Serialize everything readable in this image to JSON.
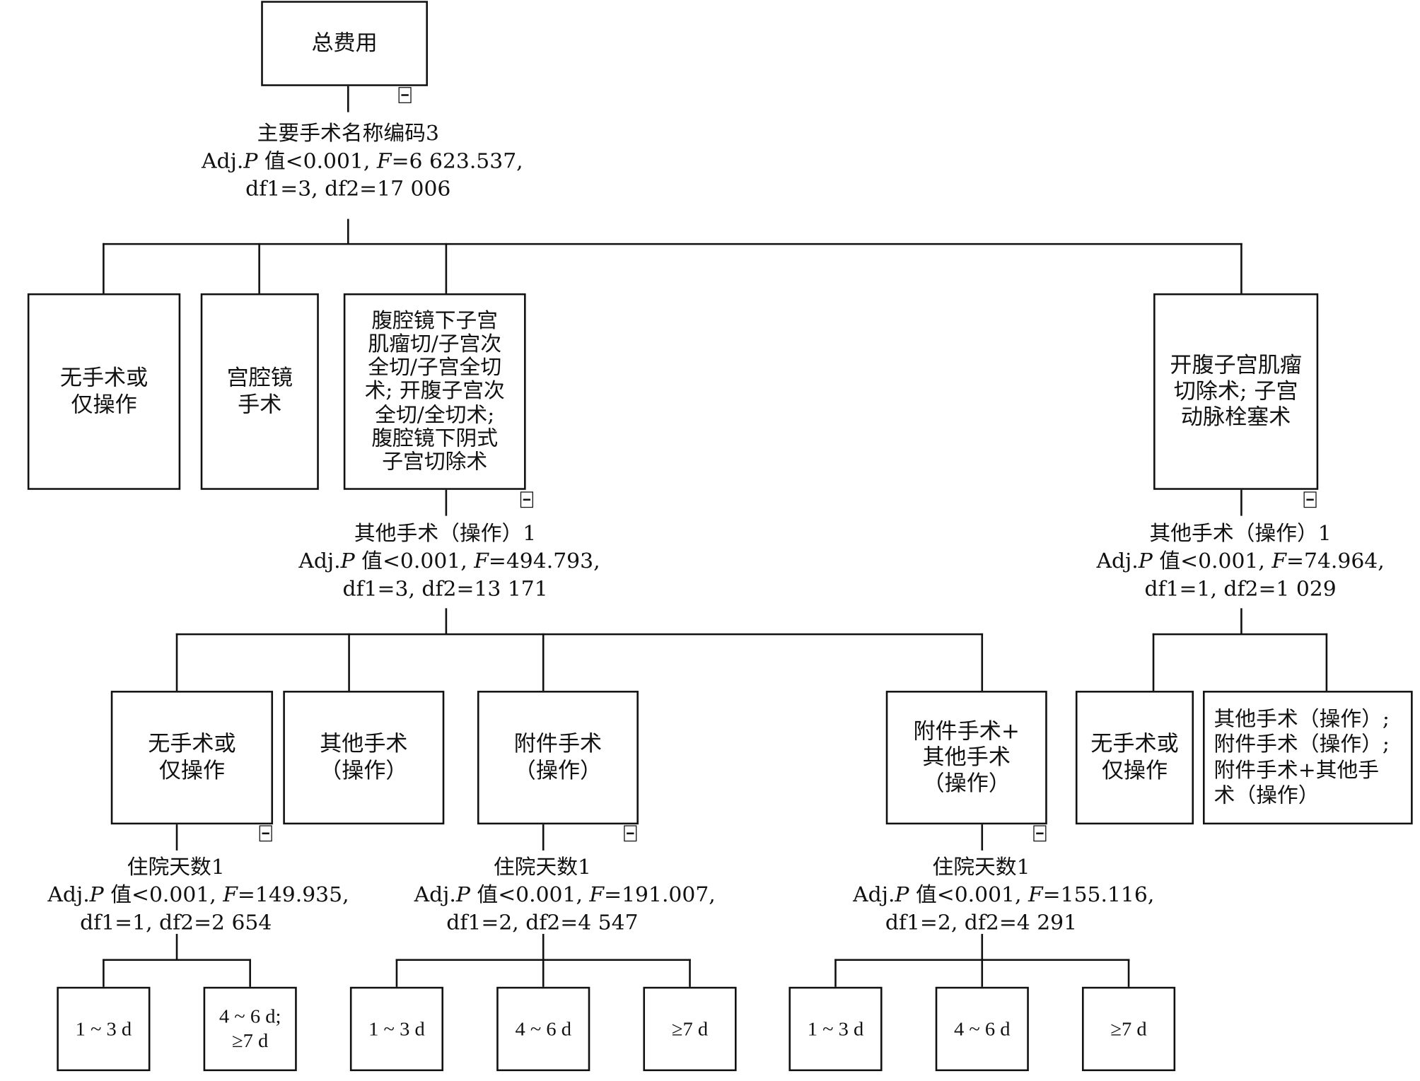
{
  "root": {
    "label": "总费用"
  },
  "split1": {
    "variable": "主要手术名称编码3",
    "adj_prefix": "Adj.",
    "p_letter": "P",
    "p_text": " 值<0.001, ",
    "f_letter": "F",
    "f_text": "=6 623.537,",
    "df_text": "df1=3, df2=17 006"
  },
  "level1": [
    {
      "lines": [
        "无手术或",
        "仅操作"
      ]
    },
    {
      "lines": [
        "宫腔镜",
        "手术"
      ]
    },
    {
      "lines": [
        "腹腔镜下子宫",
        "肌瘤切/子宫次",
        "全切/子宫全切",
        "术; 开腹子宫次",
        "全切/全切术;",
        "腹腔镜下阴式",
        "子宫切除术"
      ]
    },
    {
      "lines": [
        "开腹子宫肌瘤",
        "切除术; 子宫",
        "动脉栓塞术"
      ]
    }
  ],
  "split2a": {
    "variable": "其他手术（操作）1",
    "adj_prefix": "Adj.",
    "p_letter": "P",
    "p_text": " 值<0.001, ",
    "f_letter": "F",
    "f_text": "=494.793,",
    "df_text": "df1=3, df2=13 171"
  },
  "split2b": {
    "variable": "其他手术（操作）1",
    "adj_prefix": "Adj.",
    "p_letter": "P",
    "p_text": " 值<0.001, ",
    "f_letter": "F",
    "f_text": "=74.964,",
    "df_text": "df1=1, df2=1 029"
  },
  "level2": [
    {
      "lines": [
        "无手术或",
        "仅操作"
      ]
    },
    {
      "lines": [
        "其他手术",
        "（操作）"
      ]
    },
    {
      "lines": [
        "附件手术",
        "（操作）"
      ]
    },
    {
      "lines": [
        "附件手术+",
        "其他手术",
        "（操作）"
      ]
    },
    {
      "lines": [
        "无手术或",
        "仅操作"
      ]
    },
    {
      "lines": [
        "其他手术（操作）;",
        "附件手术（操作）;",
        "附件手术+其他手",
        "术（操作）"
      ]
    }
  ],
  "split3a": {
    "variable": "住院天数1",
    "adj_prefix": "Adj.",
    "p_letter": "P",
    "p_text": " 值<0.001, ",
    "f_letter": "F",
    "f_text": "=149.935,",
    "df_text": "df1=1, df2=2 654"
  },
  "split3b": {
    "variable": "住院天数1",
    "adj_prefix": "Adj.",
    "p_letter": "P",
    "p_text": " 值<0.001, ",
    "f_letter": "F",
    "f_text": "=191.007,",
    "df_text": "df1=2, df2=4 547"
  },
  "split3c": {
    "variable": "住院天数1",
    "adj_prefix": "Adj.",
    "p_letter": "P",
    "p_text": " 值<0.001, ",
    "f_letter": "F",
    "f_text": "=155.116,",
    "df_text": "df1=2, df2=4 291"
  },
  "level3": [
    {
      "lines": [
        "1 ~ 3 d"
      ]
    },
    {
      "lines": [
        "4 ~ 6 d;",
        "≥7 d"
      ]
    },
    {
      "lines": [
        "1 ~ 3 d"
      ]
    },
    {
      "lines": [
        "4 ~ 6 d"
      ]
    },
    {
      "lines": [
        "≥7 d"
      ]
    },
    {
      "lines": [
        "1 ~ 3 d"
      ]
    },
    {
      "lines": [
        "4 ~ 6 d"
      ]
    },
    {
      "lines": [
        "≥7 d"
      ]
    }
  ]
}
